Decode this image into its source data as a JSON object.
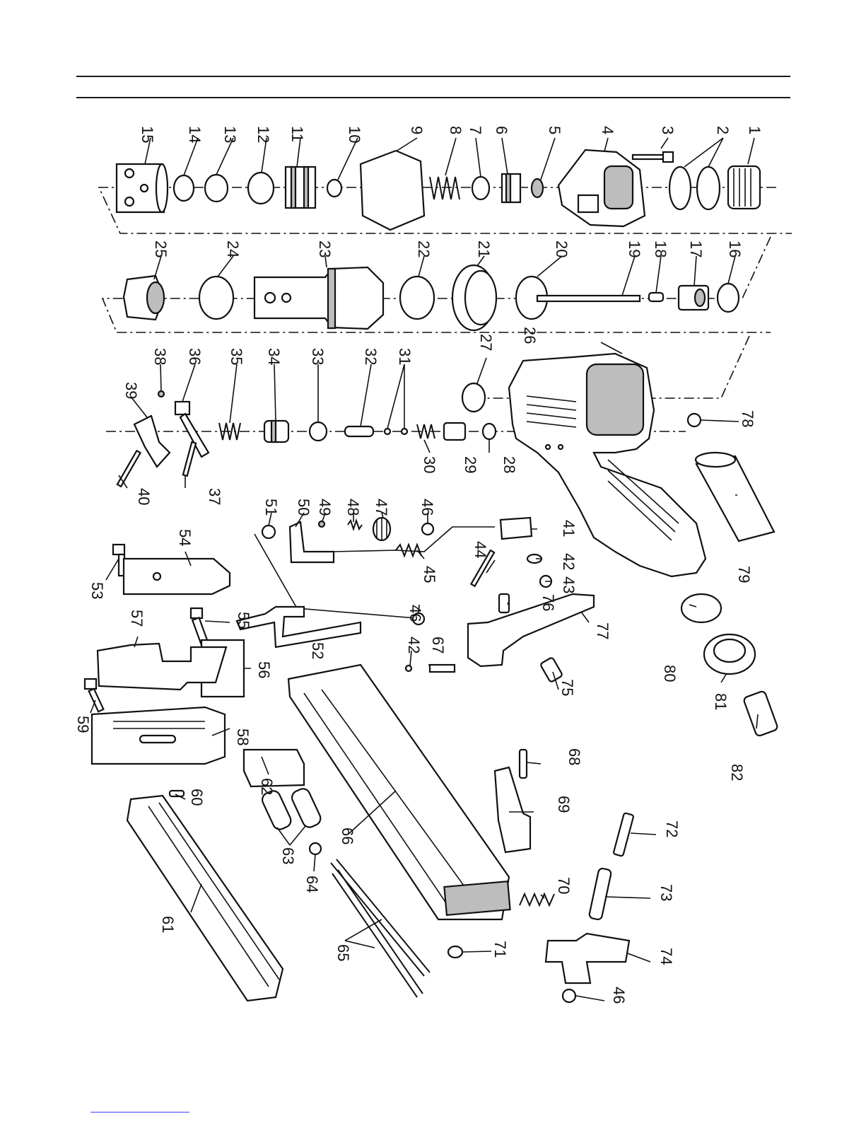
{
  "diagram": {
    "callouts": [
      "1",
      "2",
      "3",
      "4",
      "5",
      "6",
      "7",
      "8",
      "9",
      "10",
      "11",
      "12",
      "13",
      "14",
      "15",
      "16",
      "17",
      "18",
      "19",
      "20",
      "21",
      "22",
      "23",
      "24",
      "25",
      "26",
      "27",
      "28",
      "29",
      "30",
      "31",
      "32",
      "33",
      "34",
      "35",
      "36",
      "37",
      "38",
      "39",
      "40",
      "41",
      "42",
      "43",
      "44",
      "45",
      "46",
      "47",
      "48",
      "49",
      "50",
      "51",
      "52",
      "53",
      "54",
      "55",
      "56",
      "57",
      "58",
      "59",
      "60",
      "61",
      "62",
      "63",
      "64",
      "65",
      "66",
      "67",
      "68",
      "69",
      "70",
      "71",
      "72",
      "73",
      "74",
      "75",
      "76",
      "77",
      "78",
      "79",
      "80",
      "81",
      "82"
    ],
    "labels": {
      "l1": "1",
      "l2": "2",
      "l3": "3",
      "l4": "4",
      "l5": "5",
      "l6": "6",
      "l7": "7",
      "l8": "8",
      "l9": "9",
      "l10": "10",
      "l11": "11",
      "l12": "12",
      "l13": "13",
      "l14": "14",
      "l15": "15",
      "l16": "16",
      "l17": "17",
      "l18": "18",
      "l19": "19",
      "l20": "20",
      "l21": "21",
      "l22": "22",
      "l23": "23",
      "l24": "24",
      "l25": "25",
      "l26": "26",
      "l27": "27",
      "l28": "28",
      "l29": "29",
      "l30": "30",
      "l31": "31",
      "l32": "32",
      "l33": "33",
      "l34": "34",
      "l35": "35",
      "l36": "36",
      "l37": "37",
      "l38": "38",
      "l39": "39",
      "l40": "40",
      "l41": "41",
      "l42a": "42",
      "l42b": "42",
      "l43": "43",
      "l44": "44",
      "l45": "45",
      "l46a": "46",
      "l46b": "46",
      "l46c": "46",
      "l47": "47",
      "l48": "48",
      "l49": "49",
      "l50": "50",
      "l51": "51",
      "l52": "52",
      "l53": "53",
      "l54": "54",
      "l55": "55",
      "l56": "56",
      "l57": "57",
      "l58": "58",
      "l59": "59",
      "l60": "60",
      "l61": "61",
      "l62": "62",
      "l63": "63",
      "l64": "64",
      "l65": "65",
      "l66": "66",
      "l67": "67",
      "l68": "68",
      "l69": "69",
      "l70": "70",
      "l71": "71",
      "l72": "72",
      "l73": "73",
      "l74": "74",
      "l75": "75",
      "l76": "76",
      "l77": "77",
      "l78": "78",
      "l79": "79",
      "l80": "80",
      "l81": "81",
      "l82": "82"
    }
  },
  "footer": {
    "link_color": "#3a3aff"
  }
}
